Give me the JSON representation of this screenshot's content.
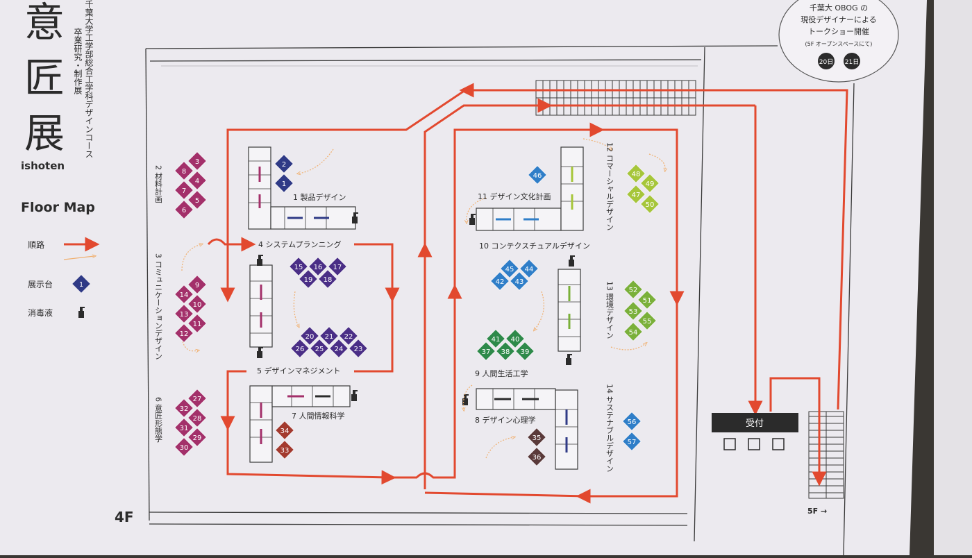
{
  "title": {
    "big_chars": [
      "意",
      "匠",
      "展"
    ],
    "romaji": "ishoten",
    "subtitle_lines": [
      "千葉大学工学部総合工学科デザインコース",
      "卒業研究・制作展"
    ]
  },
  "floor_map_heading": "Floor Map",
  "legend": {
    "route": "順路",
    "stand": "展示台",
    "stand_example": "1",
    "disinfectant": "消毒液"
  },
  "event_bubble": {
    "lines": [
      "千葉大 OBOG の",
      "現役デザイナーによる",
      "トークショー開催"
    ],
    "note": "(5F オープンスペースにて)",
    "days": [
      "20日",
      "21日"
    ]
  },
  "floor_label": "4F",
  "next_floor": "5F →",
  "reception": {
    "label": "受付"
  },
  "sections": [
    {
      "id": "1",
      "name": "1 製品デザイン"
    },
    {
      "id": "2",
      "name": "2 材料計画"
    },
    {
      "id": "3",
      "name": "3 コミュニケーションデザイン"
    },
    {
      "id": "4",
      "name": "4 システムプランニング"
    },
    {
      "id": "5",
      "name": "5 デザインマネジメント"
    },
    {
      "id": "6",
      "name": "6 意匠形態学"
    },
    {
      "id": "7",
      "name": "7 人間情報科学"
    },
    {
      "id": "8",
      "name": "8 デザイン心理学"
    },
    {
      "id": "9",
      "name": "9 人間生活工学"
    },
    {
      "id": "10",
      "name": "10 コンテクスチュアルデザイン"
    },
    {
      "id": "11",
      "name": "11 デザイン文化計画"
    },
    {
      "id": "12",
      "name": "12 コマーシャルデザイン"
    },
    {
      "id": "13",
      "name": "13 環境デザイン"
    },
    {
      "id": "14",
      "name": "14 サステナブルデザイン"
    }
  ],
  "stand_groups": [
    {
      "name": "stands-1",
      "color": "#2f3a86",
      "numbers": [
        "2",
        "1"
      ]
    },
    {
      "name": "stands-2",
      "color": "#a3306a",
      "numbers": [
        "8",
        "3",
        "7",
        "4",
        "6",
        "5"
      ]
    },
    {
      "name": "stands-3",
      "color": "#a3306a",
      "numbers": [
        "9",
        "14",
        "10",
        "13",
        "11",
        "12"
      ]
    },
    {
      "name": "stands-4",
      "color": "#4a2e86",
      "numbers": [
        "15",
        "16",
        "17",
        "19",
        "18"
      ]
    },
    {
      "name": "stands-5",
      "color": "#4a2e86",
      "numbers": [
        "20",
        "21",
        "22",
        "26",
        "25",
        "24",
        "23"
      ]
    },
    {
      "name": "stands-6",
      "color": "#a3306a",
      "numbers": [
        "27",
        "32",
        "28",
        "31",
        "29",
        "30"
      ]
    },
    {
      "name": "stands-7",
      "color": "#a33a2e",
      "numbers": [
        "34",
        "33"
      ]
    },
    {
      "name": "stands-8",
      "color": "#5a3a3a",
      "numbers": [
        "35",
        "36"
      ]
    },
    {
      "name": "stands-9",
      "color": "#2e8a4a",
      "numbers": [
        "41",
        "40",
        "37",
        "38",
        "39"
      ]
    },
    {
      "name": "stands-10",
      "color": "#2f7ec8",
      "numbers": [
        "45",
        "44",
        "42",
        "43"
      ]
    },
    {
      "name": "stands-11",
      "color": "#2f7ec8",
      "numbers": [
        "46"
      ]
    },
    {
      "name": "stands-12",
      "color": "#a6c63a",
      "numbers": [
        "48",
        "49",
        "47",
        "50"
      ]
    },
    {
      "name": "stands-13",
      "color": "#7ab03a",
      "numbers": [
        "52",
        "51",
        "53",
        "55",
        "54"
      ]
    },
    {
      "name": "stands-14",
      "color": "#2f7ec8",
      "numbers": [
        "56",
        "57"
      ]
    }
  ],
  "colors": {
    "route": "#e2492f",
    "paper": "#eceaef",
    "ink": "#2b2b2b",
    "reception_bar": "#2b2b2b"
  }
}
